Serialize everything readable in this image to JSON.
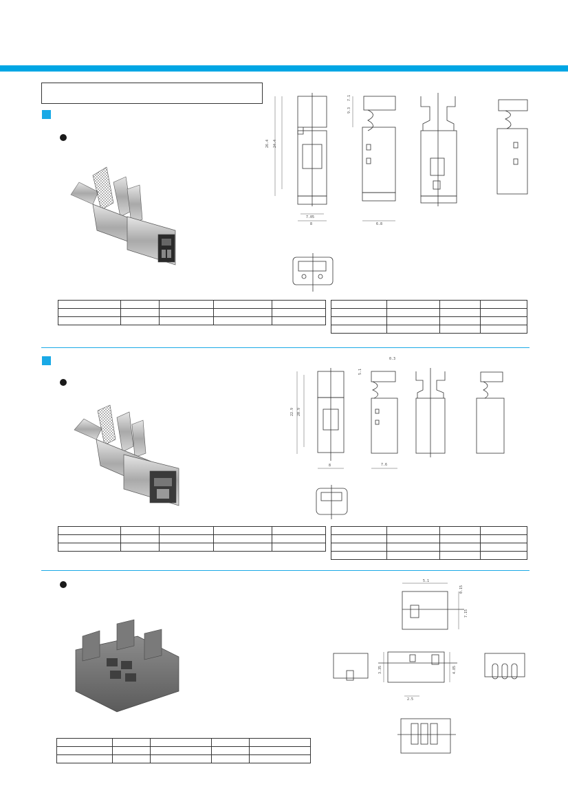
{
  "header": {
    "accent_color": "#00a6e4"
  },
  "sections": [
    {
      "id": "section-1",
      "dimensions": [
        "26.4",
        "24.4",
        "9.3",
        "7.1",
        "7.05",
        "8",
        "6.8"
      ]
    },
    {
      "id": "section-2",
      "dimensions": [
        "22.9",
        "20.9",
        "5.1",
        "0.3",
        "8",
        "7.6"
      ]
    },
    {
      "id": "section-3",
      "dimensions": [
        "5.1",
        "0.15",
        "7.15",
        "3.35",
        "4.85",
        "2.5"
      ]
    }
  ]
}
